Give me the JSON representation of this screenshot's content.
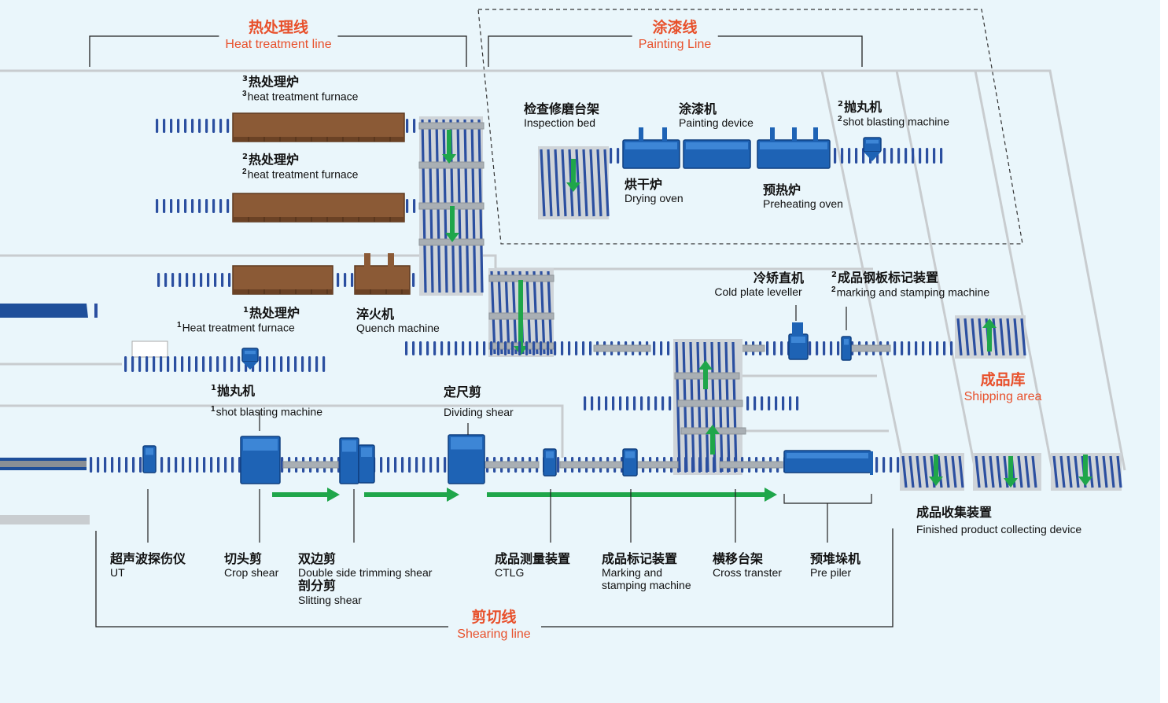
{
  "sections": {
    "heat_treatment": {
      "zh": "热处理线",
      "en": "Heat treatment line"
    },
    "painting": {
      "zh": "涂漆线",
      "en": "Painting Line"
    },
    "shipping": {
      "zh": "成品库",
      "en": "Shipping area"
    },
    "shearing": {
      "zh": "剪切线",
      "en": "Shearing line"
    }
  },
  "equipment": {
    "furnace3": {
      "num": "3",
      "zh": "热处理炉",
      "en": "heat treatment furnace"
    },
    "furnace2": {
      "num": "2",
      "zh": "热处理炉",
      "en": "heat treatment furnace"
    },
    "furnace1": {
      "num": "1",
      "zh": "热处理炉",
      "en": "Heat treatment furnace"
    },
    "quench": {
      "zh": "淬火机",
      "en": "Quench machine"
    },
    "inspection_bed": {
      "zh": "检查修磨台架",
      "en": "Inspection bed"
    },
    "painting_device": {
      "zh": "涂漆机",
      "en": "Painting device"
    },
    "shot_blast2": {
      "num": "2",
      "zh": "抛丸机",
      "en": "shot blasting machine"
    },
    "drying_oven": {
      "zh": "烘干炉",
      "en": "Drying oven"
    },
    "preheating_oven": {
      "zh": "预热炉",
      "en": "Preheating oven"
    },
    "cold_leveller": {
      "zh": "冷矫直机",
      "en": "Cold plate leveller"
    },
    "marking2": {
      "num": "2",
      "zh": "成品钢板标记装置",
      "en": "marking and stamping machine"
    },
    "shot_blast1": {
      "num": "1",
      "zh": "抛丸机",
      "en": "shot blasting machine"
    },
    "dividing_shear": {
      "zh": "定尺剪",
      "en": "Dividing shear"
    },
    "finished_collect": {
      "zh": "成品收集装置",
      "en": "Finished product collecting device"
    },
    "ut": {
      "zh": "超声波探伤仪",
      "en": "UT"
    },
    "crop_shear": {
      "zh": "切头剪",
      "en": "Crop shear"
    },
    "double_side": {
      "zh": "双边剪",
      "en": "Double side trimming shear"
    },
    "slitting": {
      "zh": "剖分剪",
      "en": "Slitting shear"
    },
    "ctlg": {
      "zh": "成品测量装置",
      "en": "CTLG"
    },
    "marking": {
      "zh": "成品标记装置",
      "en": "Marking and stamping machine"
    },
    "cross_transfer": {
      "zh": "横移台架",
      "en": "Cross transter"
    },
    "pre_piler": {
      "zh": "预堆垛机",
      "en": "Pre piler"
    }
  },
  "colors": {
    "background": "#eaf6fb",
    "section_title": "#e8502b",
    "furnace": "#8b5a36",
    "equipment": "#1e63b5",
    "roller": "#2b4fa0",
    "flow_arrow": "#1fa64a",
    "line": "#c8cccf"
  }
}
